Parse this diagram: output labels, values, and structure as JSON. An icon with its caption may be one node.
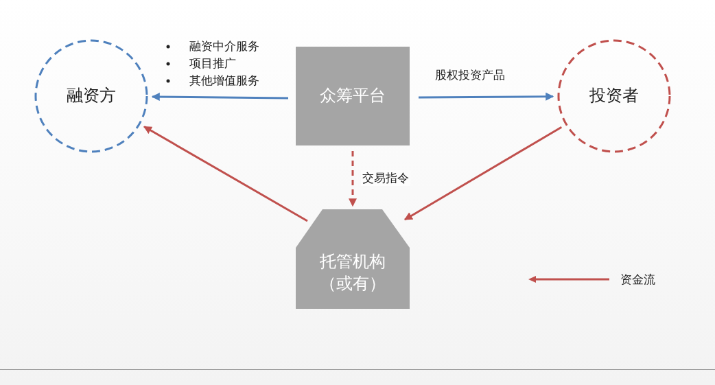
{
  "diagram": {
    "nodes": [
      {
        "text": [
          "融资方"
        ]
      },
      {
        "text": [
          "众筹平台"
        ]
      },
      {
        "text": [
          "投资者"
        ]
      },
      {
        "text": [
          "托管机构（或有）"
        ]
      }
    ],
    "edges": [
      {
        "from": 1,
        "to": 0,
        "arrow": "to",
        "color": "#4f81bd"
      },
      {
        "from": 1,
        "to": 2,
        "arrow": "to",
        "label": "股权投资产品",
        "color": "#4f81bd"
      },
      {
        "from": 1,
        "to": 3,
        "arrow": "to",
        "label": "交易指令",
        "style": "dashed"
      },
      {
        "from": 3,
        "to": 0,
        "arrow": "to"
      },
      {
        "from": 2,
        "to": 3,
        "arrow": "to"
      }
    ],
    "labels": [
      "融资中介服务",
      "项目推广",
      "其他增值服务"
    ],
    "legend": [
      {
        "text": "资金流"
      }
    ]
  }
}
